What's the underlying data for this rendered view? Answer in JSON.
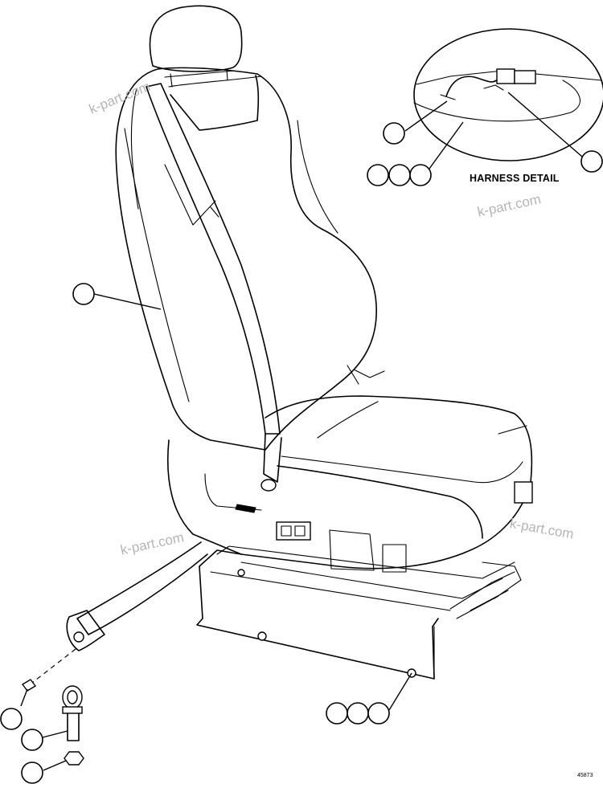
{
  "detail": {
    "caption": "HARNESS DETAIL"
  },
  "drawing_number": "45873",
  "watermarks": [
    "k-part.com",
    "k-part.com",
    "k-part.com",
    "k-part.com"
  ],
  "callouts": [
    {
      "id": "harness-connector-left",
      "label": ""
    },
    {
      "id": "harness-connector-right",
      "label": ""
    },
    {
      "id": "harness-wire-group-1",
      "label": ""
    },
    {
      "id": "harness-wire-group-2",
      "label": ""
    },
    {
      "id": "harness-wire-group-3",
      "label": ""
    },
    {
      "id": "seat-assembly",
      "label": ""
    },
    {
      "id": "mount-fastener-1",
      "label": ""
    },
    {
      "id": "mount-fastener-2",
      "label": ""
    },
    {
      "id": "mount-fastener-3",
      "label": ""
    },
    {
      "id": "belt-screw",
      "label": ""
    },
    {
      "id": "anchor-eyebolt",
      "label": ""
    },
    {
      "id": "anchor-nut",
      "label": ""
    }
  ]
}
